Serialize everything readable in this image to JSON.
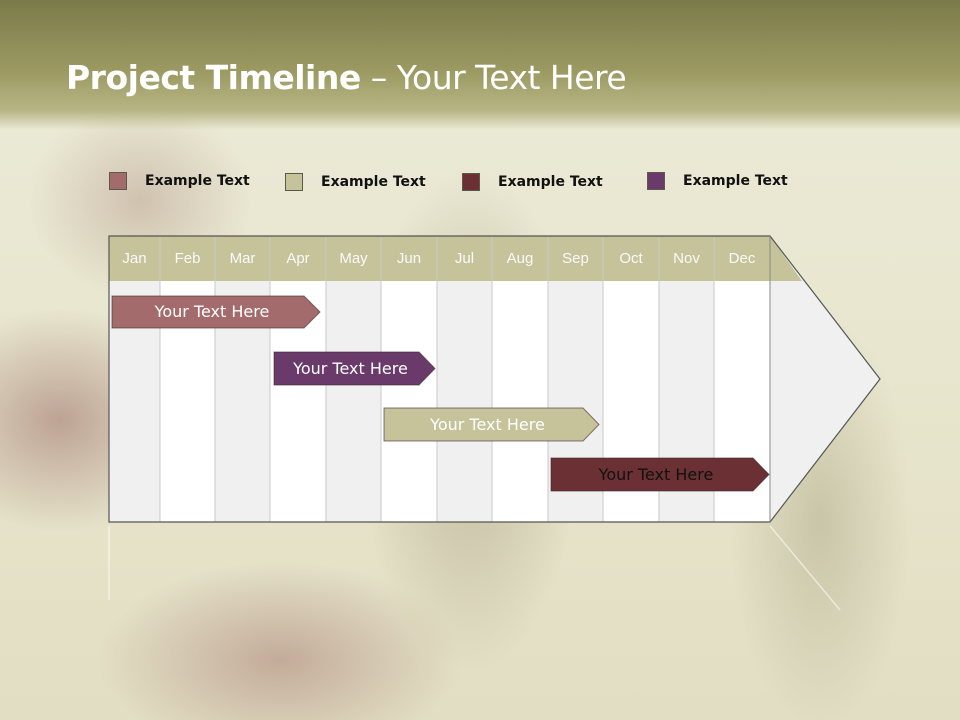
{
  "title": {
    "bold": "Project Timeline",
    "rest": " – Your Text Here"
  },
  "legend": [
    {
      "label": "Example Text",
      "color": "#a46b6c"
    },
    {
      "label": "Example Text",
      "color": "#c6c39a"
    },
    {
      "label": "Example Text",
      "color": "#6a3033"
    },
    {
      "label": "Example Text",
      "color": "#6a3b6a"
    }
  ],
  "months": [
    "Jan",
    "Feb",
    "Mar",
    "Apr",
    "May",
    "Jun",
    "Jul",
    "Aug",
    "Sep",
    "Oct",
    "Nov",
    "Dec"
  ],
  "tasks": [
    {
      "label": "Your  Text Here",
      "start": "Jan",
      "end": "Apr",
      "color": "#a46b6c",
      "text_color": "#ffffff"
    },
    {
      "label": "Your  Text Here",
      "start": "Apr",
      "end": "Jun",
      "color": "#6a3b6a",
      "text_color": "#ffffff"
    },
    {
      "label": "Your  Text Here",
      "start": "Jun",
      "end": "Sep",
      "color": "#c6c39a",
      "text_color": "#ffffff"
    },
    {
      "label": "Your  Text Here",
      "start": "Sep",
      "end": "Dec",
      "color": "#6a3033",
      "text_color": "#111111"
    }
  ],
  "colors": {
    "header_band": "#8d8b55",
    "month_header": "#c6c39a",
    "column_light": "#ffffff",
    "column_shade": "#f0f0f0",
    "grid_line": "#c8c8c8",
    "outline": "#555555"
  }
}
